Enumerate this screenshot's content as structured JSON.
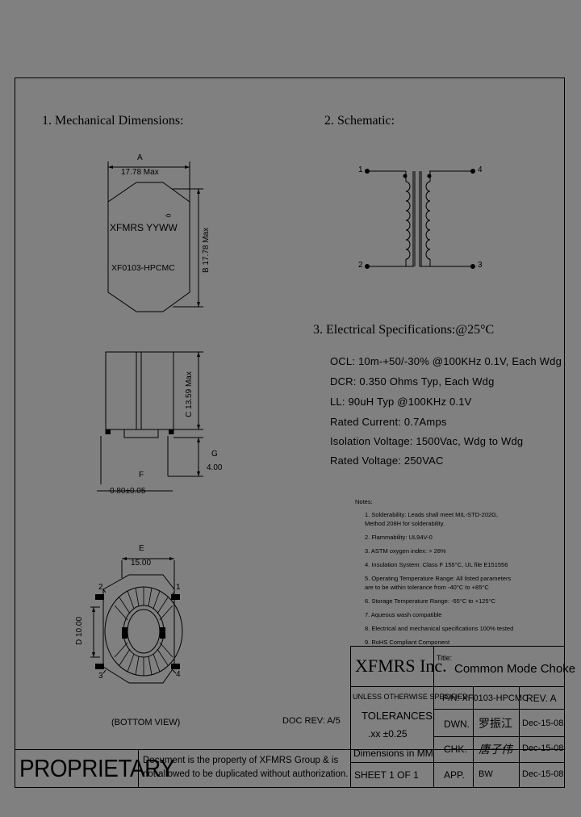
{
  "sections": {
    "mechanical": "1. Mechanical Dimensions:",
    "schematic": "2. Schematic:",
    "electrical": "3. Electrical Specifications:@25°C"
  },
  "dimensions": {
    "a_letter": "A",
    "a_value": "17.78 Max",
    "b_text": "B 17.78 Max",
    "c_text": "C 13.59 Max",
    "g_letter": "G",
    "g_value": "4.00",
    "f_letter": "F",
    "f_value": "0.80±0.05",
    "e_letter": "E",
    "e_value": "15.00",
    "d_text": "D 10.00",
    "marking_1": "XFMRS YYWW",
    "marking_2": "XF0103-HPCMC",
    "corner_mark": "ö",
    "pin_2": "2",
    "pin_1": "1",
    "pin_3": "3",
    "pin_4": "4",
    "bottom_view": "(BOTTOM VIEW)"
  },
  "schematic": {
    "pin_1": "1",
    "pin_2": "2",
    "pin_3": "3",
    "pin_4": "4"
  },
  "electrical": [
    "OCL: 10m-+50/-30% @100KHz 0.1V, Each Wdg",
    "DCR: 0.350 Ohms Typ, Each Wdg",
    "LL: 90uH Typ @100KHz 0.1V",
    "Rated Current: 0.7Amps",
    "Isolation Voltage: 1500Vac, Wdg to Wdg",
    "Rated Voltage: 250VAC"
  ],
  "notes": {
    "title": "Notes:",
    "items": [
      "1. Solderability: Leads shall meet MIL-STD-202G,",
      "    Method 208H for solderability.",
      "2. Flammability: UL94V-0",
      "3. ASTM oxygen index: > 28%",
      "4. Insulation System: Class F 155°C, UL file E151556",
      "5. Operating Temperature Range: All listed parameters",
      "    are to be within tolerance from -40°C to +85°C",
      "6. Storage Temperature Range: -55°C to +125°C",
      "7. Aqueous wash compatible",
      "8. Electrical and mechanical specifications 100% tested",
      "9. RoHS Compliant Component"
    ]
  },
  "title_block": {
    "company": "XFMRS Inc.",
    "title_label": "Title:",
    "title": "Common Mode Choke",
    "unless": "UNLESS OTHERWISE SPECIFIED",
    "tolerances": "TOLERANCES:",
    "tol_value": ".xx ±0.25",
    "dims_in": "Dimensions in MM",
    "pn": "P/N: XF0103-HPCMC",
    "rev": "REV. A",
    "dwn_label": "DWN.",
    "dwn_name": "罗振江",
    "dwn_date": "Dec-15-08",
    "chk_label": "CHK.",
    "chk_name": "唐子伟",
    "chk_date": "Dec-15-08",
    "app_label": "APP.",
    "app_name": "BW",
    "app_date": "Dec-15-08",
    "sheet": "SHEET  1  OF  1",
    "doc_rev": "DOC REV: A/5",
    "proprietary": "PROPRIETARY",
    "notice_1": "Document is the property of XFMRS Group & is",
    "notice_2": "not allowed to be duplicated without authorization."
  }
}
